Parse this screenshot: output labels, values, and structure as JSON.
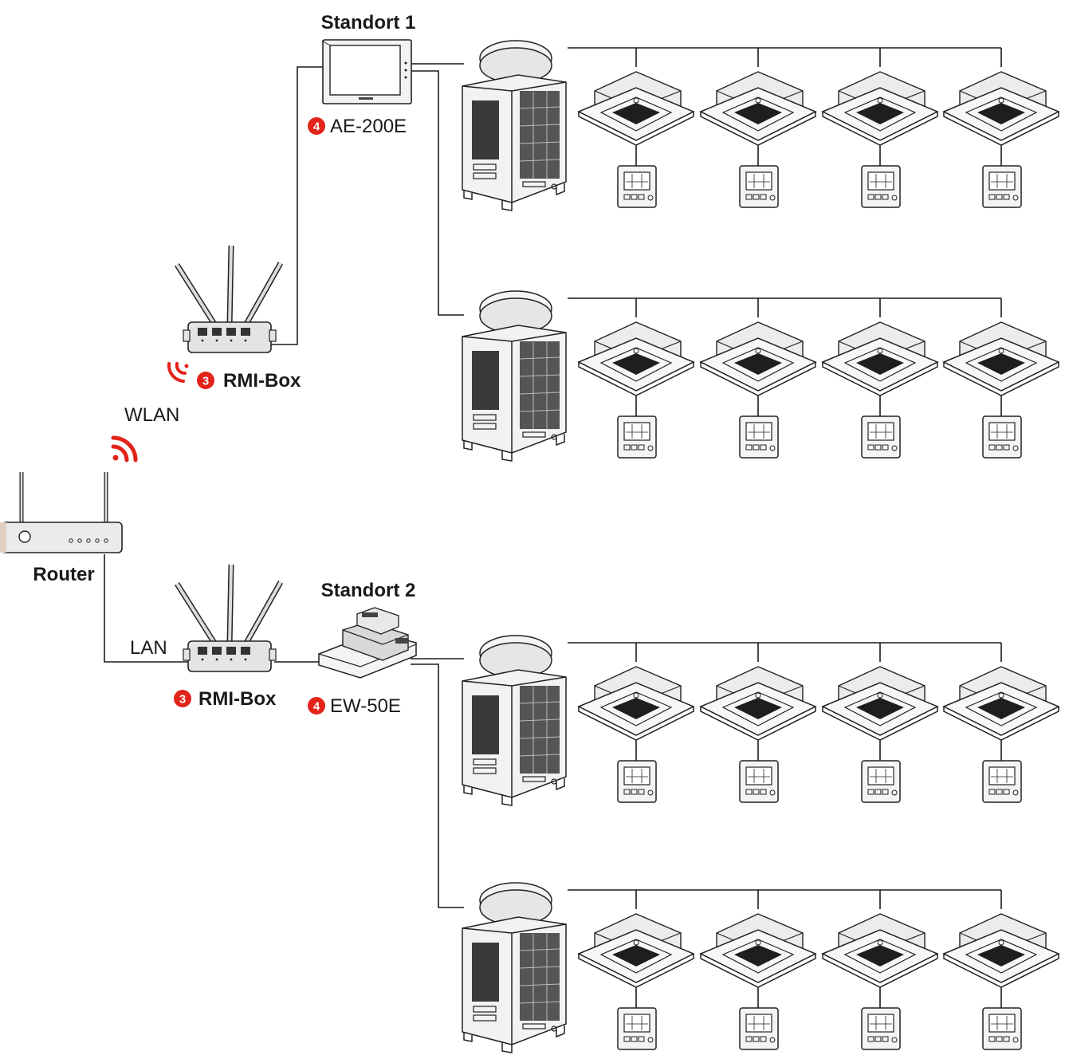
{
  "colors": {
    "accent": "#e2231a",
    "line": "#1a1a1a",
    "device": "#d9d9d9"
  },
  "sites": [
    {
      "title": "Standort 1",
      "controller_badge": "4",
      "controller_label": "AE-200E"
    },
    {
      "title": "Standort 2",
      "controller_badge": "4",
      "controller_label": "EW-50E"
    }
  ],
  "rmi_boxes": [
    {
      "badge": "3",
      "label": "RMI-Box",
      "connection": "WLAN"
    },
    {
      "badge": "3",
      "label": "RMI-Box",
      "connection": "LAN"
    }
  ],
  "router": {
    "label": "Router"
  },
  "icons": {
    "wifi_router": "wifi-signal-icon",
    "wifi_rmi": "wifi-receive-icon",
    "outdoor_unit": "outdoor-unit-icon",
    "indoor_unit": "cassette-indoor-unit-icon",
    "remote": "wall-remote-controller-icon"
  }
}
